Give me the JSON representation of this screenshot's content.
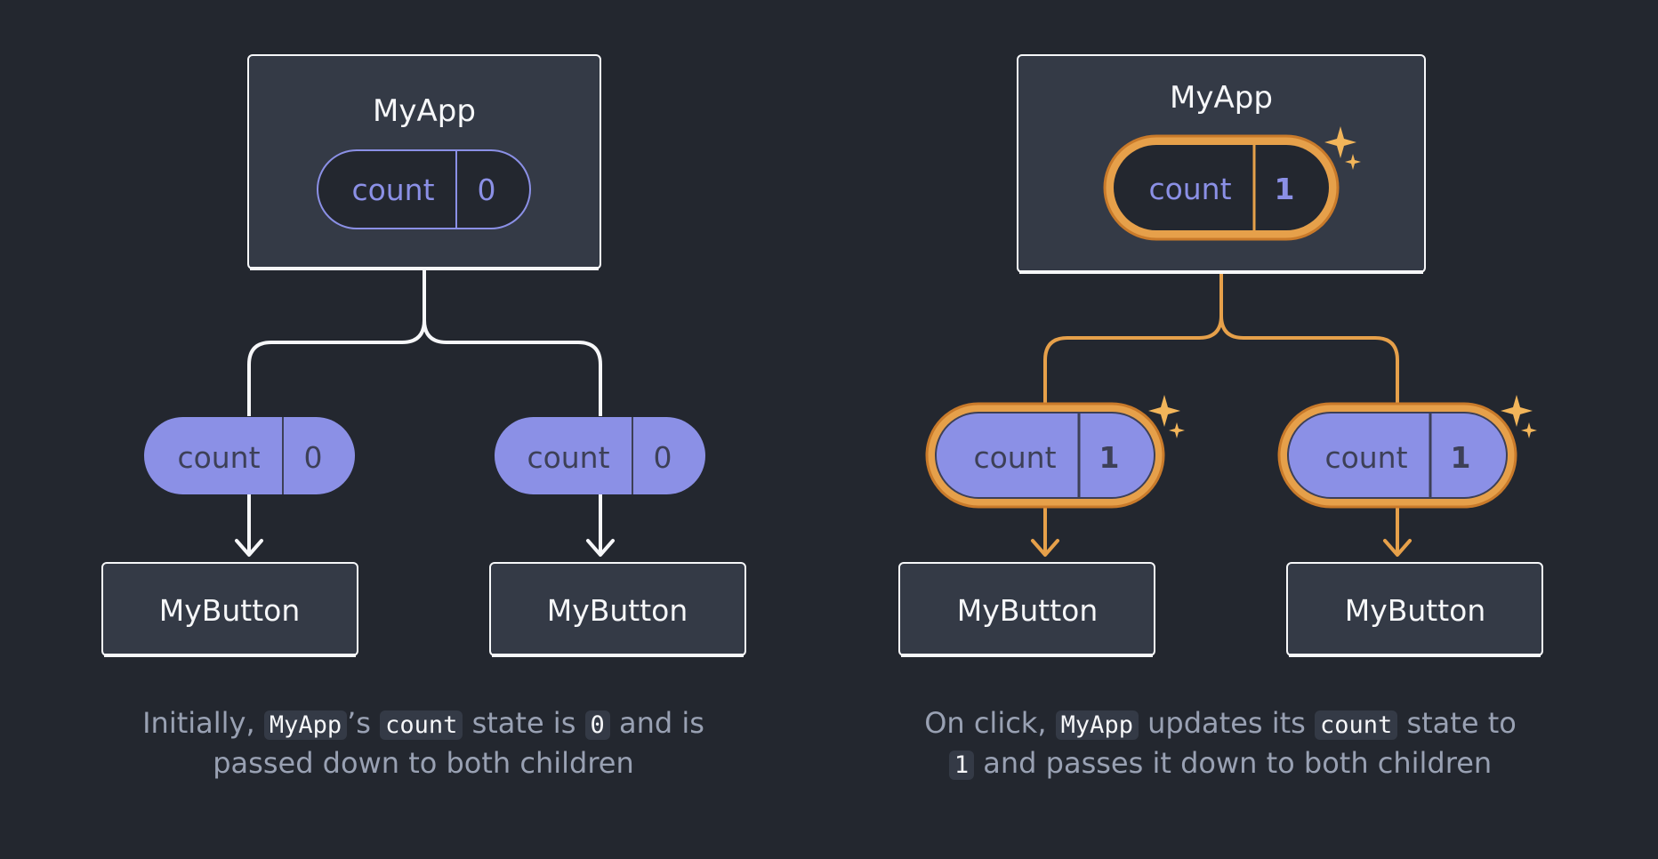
{
  "colors": {
    "background": "#23272f",
    "box_fill": "#343a46",
    "box_stroke": "#f6f7f9",
    "state_purple": "#8b90e6",
    "state_text": "#3d4057",
    "highlight_orange": "#e6a04a",
    "highlight_stroke": "#c97a2a",
    "caption": "#99a1b3",
    "code_bg": "#343a46"
  },
  "left": {
    "parent": {
      "name": "MyApp",
      "state_label": "count",
      "state_value": "0"
    },
    "children": [
      {
        "state_label": "count",
        "state_value": "0",
        "name": "MyButton"
      },
      {
        "state_label": "count",
        "state_value": "0",
        "name": "MyButton"
      }
    ],
    "caption": {
      "t1": "Initially, ",
      "c1": "MyApp",
      "t2": "’s ",
      "c2": "count",
      "t3": " state is ",
      "c3": "0",
      "t4": " and is",
      "t5": "passed down to both children"
    }
  },
  "right": {
    "parent": {
      "name": "MyApp",
      "state_label": "count",
      "state_value": "1"
    },
    "children": [
      {
        "state_label": "count",
        "state_value": "1",
        "name": "MyButton"
      },
      {
        "state_label": "count",
        "state_value": "1",
        "name": "MyButton"
      }
    ],
    "caption": {
      "t1": "On click, ",
      "c1": "MyApp",
      "t2": " updates its ",
      "c2": "count",
      "t3": " state to",
      "c3": "1",
      "t4": " and passes it down to both children"
    }
  },
  "icons": {
    "updated": "sparkle-icon"
  }
}
